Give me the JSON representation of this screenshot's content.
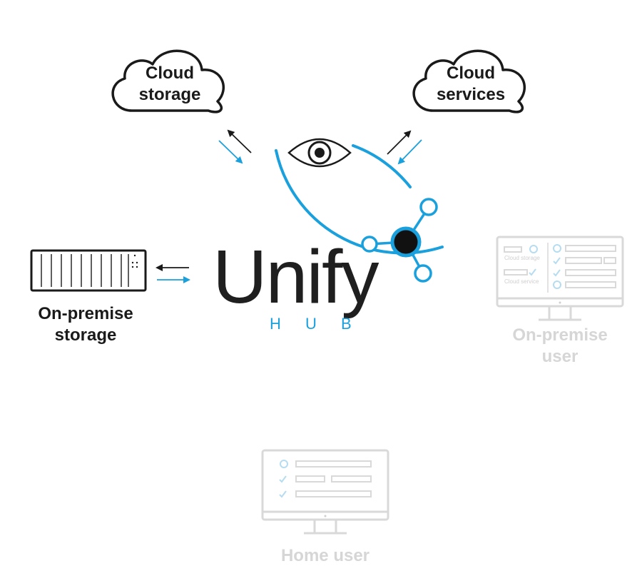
{
  "cloud_storage": {
    "line1": "Cloud",
    "line2": "storage"
  },
  "cloud_services": {
    "line1": "Cloud",
    "line2": "services"
  },
  "on_premise_storage": {
    "line1": "On-premise",
    "line2": "storage"
  },
  "on_premise_user": {
    "line1": "On-premise",
    "line2": "user",
    "screen_items": [
      "Cloud storage",
      "Cloud service"
    ]
  },
  "home_user": {
    "label": "Home user"
  },
  "logo": {
    "word": "Unify",
    "sub": "H U B"
  },
  "colors": {
    "accent_blue": "#1aa0dc",
    "dark": "#1a1a1a",
    "faded": "#d9d9d9",
    "faded_blue": "#b5dcf0"
  },
  "icons": [
    "cloud-icon",
    "eye-icon",
    "server-rack-icon",
    "monitor-icon",
    "network-node-icon",
    "sync-icon",
    "check-icon"
  ]
}
